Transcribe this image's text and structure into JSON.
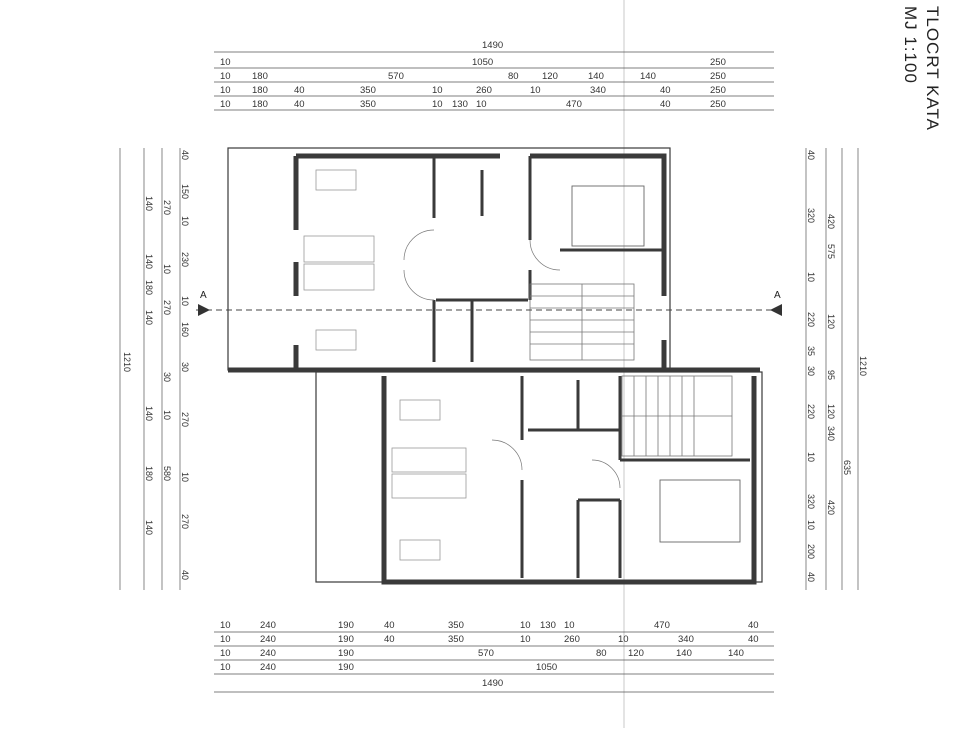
{
  "title": {
    "line1": "TLOCRT KATA",
    "line2": "MJ 1:100"
  },
  "section_mark": {
    "left": "A",
    "right": "A"
  },
  "top_dims": {
    "total": "1490",
    "row1": [
      "10",
      "1050",
      "250"
    ],
    "row2": [
      "10",
      "180",
      "570",
      "80",
      "120",
      "140",
      "140",
      "250"
    ],
    "row3": [
      "10",
      "180",
      "40",
      "350",
      "10",
      "260",
      "10",
      "340",
      "40",
      "250"
    ],
    "row4": [
      "10",
      "180",
      "40",
      "350",
      "10",
      "130",
      "10",
      "470",
      "40",
      "250"
    ]
  },
  "bottom_dims": {
    "total": "1490",
    "row1": [
      "10",
      "240",
      "190",
      "40",
      "350",
      "10",
      "130",
      "10",
      "470",
      "40"
    ],
    "row2": [
      "10",
      "240",
      "190",
      "40",
      "350",
      "10",
      "260",
      "10",
      "340",
      "40"
    ],
    "row3": [
      "10",
      "240",
      "190",
      "570",
      "80",
      "120",
      "140",
      "140"
    ],
    "row4": [
      "10",
      "240",
      "190",
      "1050"
    ]
  },
  "left_dims": {
    "total": "1210",
    "col_a": [
      "40",
      "150",
      "10",
      "230",
      "10",
      "160",
      "30",
      "270",
      "10",
      "270",
      "40"
    ],
    "col_b": [
      "270",
      "10",
      "270",
      "30",
      "10",
      "580"
    ],
    "col_c": [
      "140",
      "140",
      "180",
      "140",
      "140",
      "180",
      "140"
    ]
  },
  "right_dims": {
    "total": "1210",
    "col_a": [
      "40",
      "320",
      "10",
      "220",
      "35",
      "30",
      "220",
      "10",
      "320",
      "10",
      "200",
      "40"
    ],
    "col_b": [
      "420",
      "575",
      "120",
      "95",
      "120",
      "340",
      "420",
      "635"
    ]
  },
  "colors": {
    "wall": "#3a3a3a",
    "line": "#555555",
    "faint": "#9a9a9a",
    "paper": "#ffffff"
  }
}
